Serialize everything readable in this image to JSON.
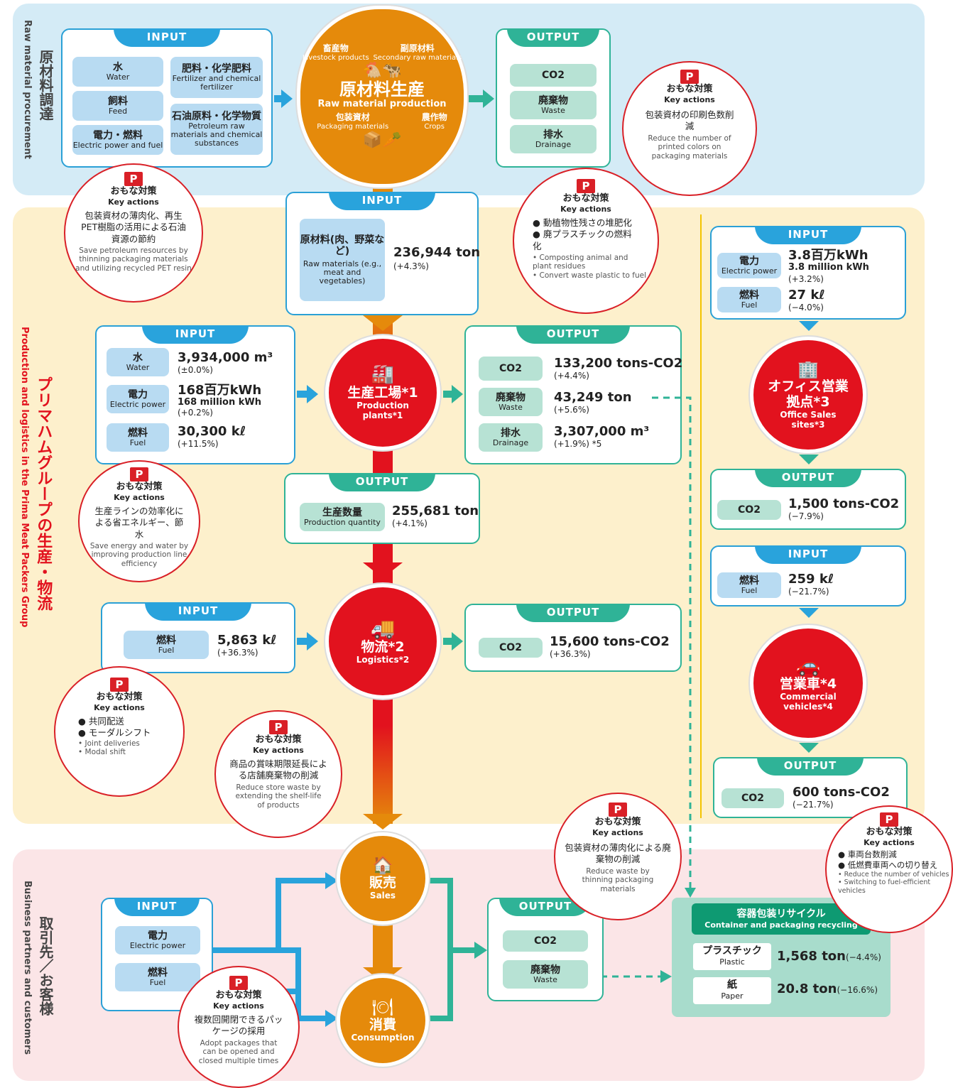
{
  "sections": {
    "raw": {
      "jp": "原材料調達",
      "en": "Raw material procurement"
    },
    "prod": {
      "jp": "プリマハムグループの生産・物流",
      "en": "Production and logistics in the Prima Meat Packers Group"
    },
    "biz": {
      "jp": "取引先／お客様",
      "en": "Business partners and customers"
    }
  },
  "labels": {
    "input": "INPUT",
    "output": "OUTPUT",
    "keyjp": "おもな対策",
    "keyen": "Key actions",
    "p": "P"
  },
  "raw_input": {
    "water": {
      "jp": "水",
      "en": "Water"
    },
    "feed": {
      "jp": "飼料",
      "en": "Feed"
    },
    "power": {
      "jp": "電力・燃料",
      "en": "Electric power and fuel"
    },
    "fert": {
      "jp": "肥料・化学肥料",
      "en": "Fertilizer and chemical fertilizer"
    },
    "petro": {
      "jp": "石油原料・化学物質",
      "en": "Petroleum raw materials and chemical substances"
    }
  },
  "raw_node": {
    "jp": "原材料生産",
    "en": "Raw material production",
    "livestock": {
      "jp": "畜産物",
      "en": "Livestock products"
    },
    "secondary": {
      "jp": "副原材料",
      "en": "Secondary raw materials"
    },
    "packaging": {
      "jp": "包装資材",
      "en": "Packaging materials"
    },
    "crops": {
      "jp": "農作物",
      "en": "Crops"
    }
  },
  "raw_output": {
    "co2": "CO2",
    "waste": {
      "jp": "廃棄物",
      "en": "Waste"
    },
    "drain": {
      "jp": "排水",
      "en": "Drainage"
    }
  },
  "ka_raw_out": {
    "jp": "包装資材の印刷色数削減",
    "en": "Reduce the number of printed colors on packaging materials"
  },
  "ka_raw_in": {
    "jp": "包装資材の薄肉化、再生PET樹脂の活用による石油資源の節約",
    "en": "Save petroleum resources by thinning packaging materials and utilizing recycled PET resin"
  },
  "raw_mat": {
    "jp": "原材料(肉、野菜など)",
    "en": "Raw materials (e.g., meat and vegetables)",
    "value": "236,944 ton",
    "change": "(+4.3%)"
  },
  "ka_waste": {
    "l1": "● 動植物性残さの堆肥化",
    "l2": "● 廃プラスチックの燃料化",
    "e1": "• Composting animal and plant residues",
    "e2": "• Convert waste plastic to fuel"
  },
  "plant_input": {
    "water": {
      "jp": "水",
      "en": "Water",
      "value": "3,934,000 m³",
      "change": "(±0.0%)"
    },
    "power": {
      "jp": "電力",
      "en": "Electric power",
      "value": "168百万kWh",
      "sub": "168 million kWh",
      "change": "(+0.2%)"
    },
    "fuel": {
      "jp": "燃料",
      "en": "Fuel",
      "value": "30,300 kℓ",
      "change": "(+11.5%)"
    }
  },
  "plant_node": {
    "jp": "生産工場*1",
    "en": "Production plants*1"
  },
  "plant_output": {
    "co2": {
      "jp": "CO2",
      "value": "133,200 tons-CO2",
      "change": "(+4.4%)"
    },
    "waste": {
      "jp": "廃棄物",
      "en": "Waste",
      "value": "43,249 ton",
      "change": "(+5.6%)"
    },
    "drain": {
      "jp": "排水",
      "en": "Drainage",
      "value": "3,307,000 m³",
      "change": "(+1.9%) *5"
    }
  },
  "ka_plant": {
    "jp": "生産ラインの効率化による省エネルギー、節水",
    "en": "Save energy and water by improving production line efficiency"
  },
  "prod_output": {
    "jp": "生産数量",
    "en": "Production quantity",
    "value": "255,681 ton",
    "change": "(+4.1%)"
  },
  "log_input": {
    "jp": "燃料",
    "en": "Fuel",
    "value": "5,863 kℓ",
    "change": "(+36.3%)"
  },
  "log_node": {
    "jp": "物流*2",
    "en": "Logistics*2"
  },
  "log_output": {
    "jp": "CO2",
    "value": "15,600 tons-CO2",
    "change": "(+36.3%)"
  },
  "ka_log": {
    "l1": "● 共同配送",
    "l2": "● モーダルシフト",
    "e1": "• Joint deliveries",
    "e2": "• Modal shift"
  },
  "ka_sales": {
    "jp": "商品の賞味期限延長による店舗廃棄物の削減",
    "en": "Reduce store waste by extending the shelf-life of products"
  },
  "office_input": {
    "power": {
      "jp": "電力",
      "en": "Electric power",
      "value": "3.8百万kWh",
      "sub": "3.8 million kWh",
      "change": "(+3.2%)"
    },
    "fuel": {
      "jp": "燃料",
      "en": "Fuel",
      "value": "27 kℓ",
      "change": "(−4.0%)"
    }
  },
  "office_node": {
    "jp": "オフィス営業拠点*3",
    "en": "Office Sales sites*3"
  },
  "office_output": {
    "jp": "CO2",
    "value": "1,500 tons-CO2",
    "change": "(−7.9%)"
  },
  "veh_input": {
    "jp": "燃料",
    "en": "Fuel",
    "value": "259 kℓ",
    "change": "(−21.7%)"
  },
  "veh_node": {
    "jp": "営業車*4",
    "en": "Commercial vehicles*4"
  },
  "veh_output": {
    "jp": "CO2",
    "value": "600 tons-CO2",
    "change": "(−21.7%)"
  },
  "ka_veh": {
    "l1": "● 車両台数削減",
    "l2": "● 低燃費車両への切り替え",
    "e1": "• Reduce the number of vehicles",
    "e2": "• Switching to fuel-efficient vehicles"
  },
  "ka_pack": {
    "jp": "包装資材の薄肉化による廃棄物の削減",
    "en": "Reduce waste by thinning packaging materials"
  },
  "sales_node": {
    "jp": "販売",
    "en": "Sales"
  },
  "cons_node": {
    "jp": "消費",
    "en": "Consumption"
  },
  "biz_input": {
    "power": {
      "jp": "電力",
      "en": "Electric power"
    },
    "fuel": {
      "jp": "燃料",
      "en": "Fuel"
    }
  },
  "ka_cons": {
    "jp": "複数回開閉できるパッケージの採用",
    "en": "Adopt packages that can be opened and closed multiple times"
  },
  "biz_output": {
    "co2": "CO2",
    "waste": {
      "jp": "廃棄物",
      "en": "Waste"
    }
  },
  "recycle": {
    "jp": "容器包装リサイクル",
    "en": "Container and packaging recycling",
    "plastic": {
      "jp": "プラスチック",
      "en": "Plastic",
      "value": "1,568 ton",
      "change": "(−4.4%)"
    },
    "paper": {
      "jp": "紙",
      "en": "Paper",
      "value": "20.8 ton",
      "change": "(−16.6%)"
    }
  }
}
